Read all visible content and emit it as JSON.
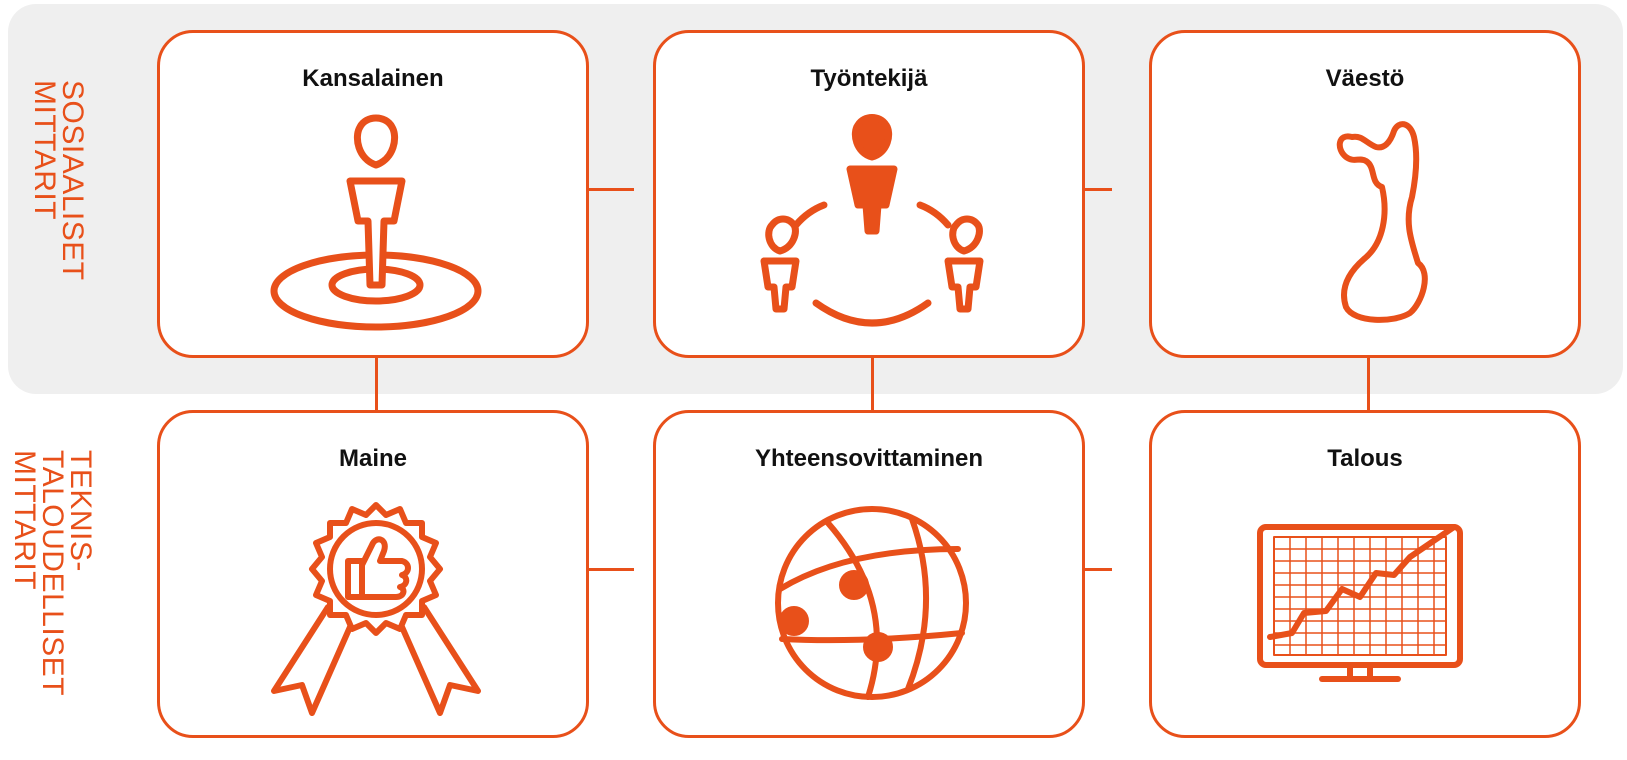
{
  "colors": {
    "accent": "#e8501a",
    "band": "#efefef",
    "card_bg": "#ffffff",
    "text": "#111111"
  },
  "groups": {
    "social": {
      "label": "SOSIAALISET\nMITTARIT"
    },
    "technoeconomic": {
      "label": "TEKNIS-\nTALOUDELLISET\nMITTARIT"
    }
  },
  "cards": [
    {
      "title": "Kansalainen",
      "icon": "person-on-target-icon"
    },
    {
      "title": "Työntekijä",
      "icon": "team-circle-icon"
    },
    {
      "title": "Väestö",
      "icon": "finland-map-icon"
    },
    {
      "title": "Maine",
      "icon": "award-thumbs-up-icon"
    },
    {
      "title": "Yhteensovittaminen",
      "icon": "network-globe-icon"
    },
    {
      "title": "Talous",
      "icon": "growth-chart-monitor-icon"
    }
  ]
}
